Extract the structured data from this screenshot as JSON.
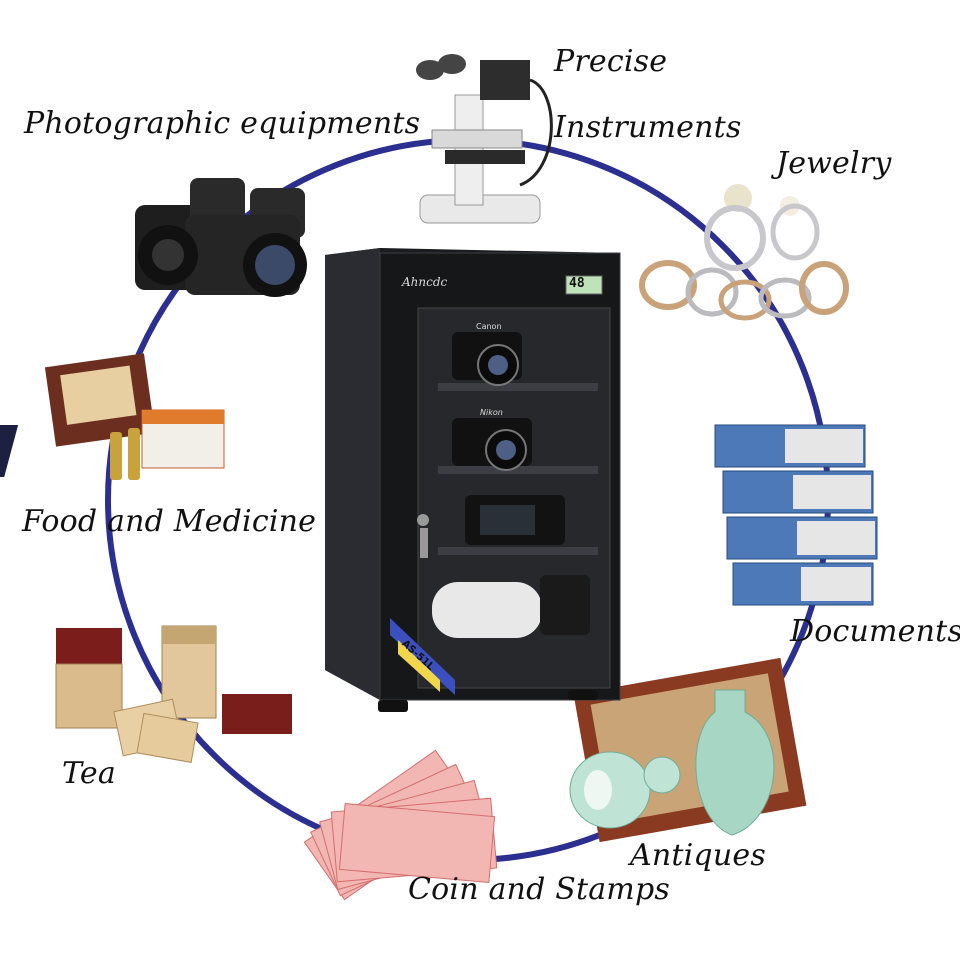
{
  "labels": {
    "photographic": "Photographic equipments",
    "precise": "Precise",
    "instruments": "Instruments",
    "jewelry": "Jewelry",
    "food_medicine": "Food and Medicine",
    "documents": "Documents",
    "tea": "Tea",
    "antiques": "Antiques",
    "coin_stamps": "Coin and Stamps"
  },
  "cabinet": {
    "brand": "Ahncdc",
    "display_reading": "48",
    "model": "AS-51L",
    "camera_brands": [
      "Canon",
      "Nikon"
    ]
  },
  "colors": {
    "ring": "#2b2f8f",
    "cabinet": "#1b1c1f",
    "label_text": "#111111"
  },
  "icons": [
    "microscope",
    "cameras",
    "jewelry-rings",
    "binders",
    "antique-vases",
    "banknotes",
    "tea-boxes",
    "medicine-boxes",
    "dry-cabinet"
  ]
}
